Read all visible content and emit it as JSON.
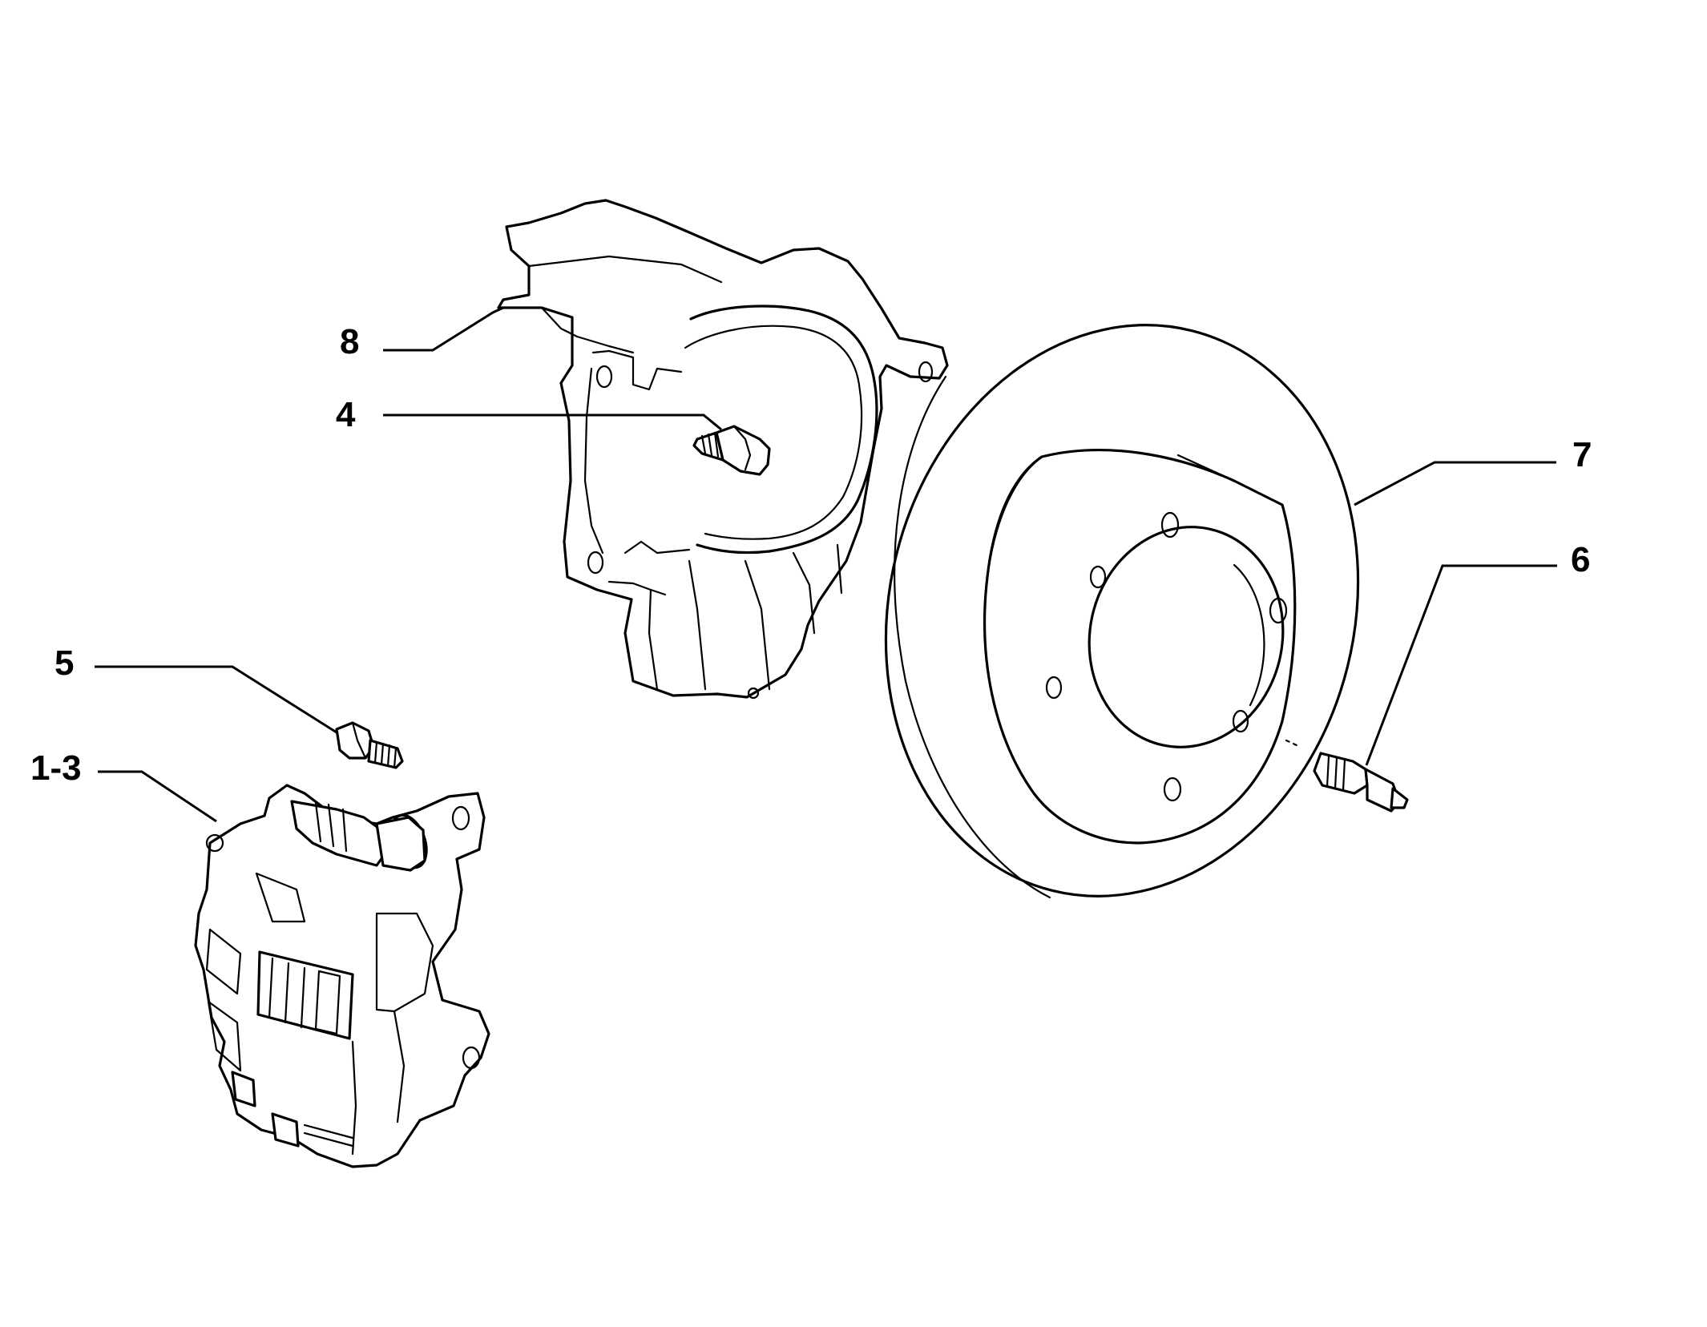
{
  "callouts": {
    "shield": "8",
    "shield_bolt": "4",
    "disc": "7",
    "disc_screw": "6",
    "caliper_bolt": "5",
    "caliper": "1-3"
  }
}
